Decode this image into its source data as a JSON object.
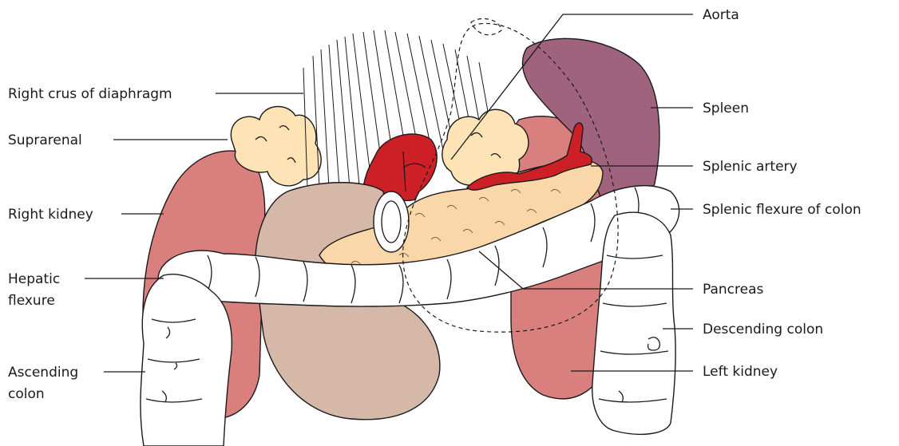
{
  "labels": {
    "aorta": "Aorta",
    "right_crus": "Right crus of diaphragm",
    "suprarenal": "Suprarenal",
    "spleen": "Spleen",
    "splenic_artery": "Splenic artery",
    "right_kidney": "Right kidney",
    "splenic_flexure": "Splenic flexure of colon",
    "hepatic_flexure_1": "Hepatic",
    "hepatic_flexure_2": "flexure",
    "pancreas": "Pancreas",
    "descending_colon": "Descending colon",
    "ascending_colon_1": "Ascending",
    "ascending_colon_2": "colon",
    "left_kidney": "Left kidney"
  },
  "colors": {
    "kidney": "#d9807e",
    "spleen": "#a0637e",
    "suprarenal": "#fde3b5",
    "artery": "#cc1f26",
    "stomach": "#d6b8a8",
    "pancreas": "#fad7a8",
    "colon": "#ffffff",
    "outline": "#1a1a1a"
  }
}
